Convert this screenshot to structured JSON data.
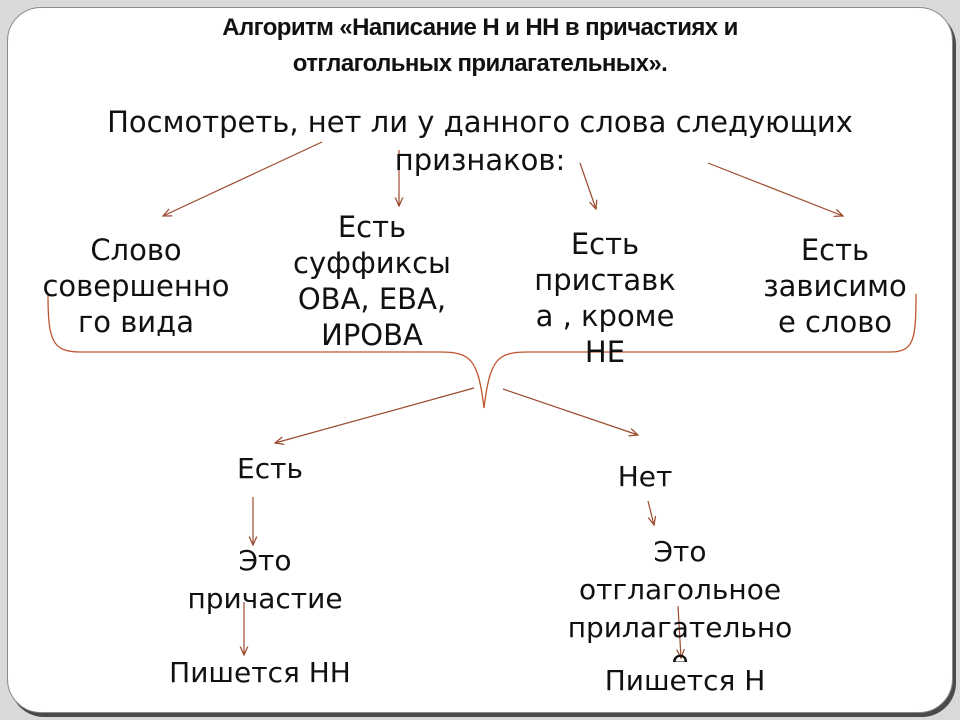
{
  "title": {
    "line1": "Алгоритм «Написание Н и НН в причастиях и",
    "line2": "отглагольных прилагательных»."
  },
  "intro": {
    "line1": "Посмотреть, нет ли у данного слова следующих",
    "line2": "признаков:"
  },
  "features": [
    {
      "lines": [
        "Слово",
        "совершенно",
        "го вида"
      ]
    },
    {
      "lines": [
        "Есть",
        "суффиксы",
        "ОВА, ЕВА,",
        "ИРОВА"
      ]
    },
    {
      "lines": [
        "Есть",
        "приставк",
        "а , кроме",
        "НЕ"
      ]
    },
    {
      "lines": [
        "Есть",
        "зависимо",
        "е слово"
      ]
    }
  ],
  "branches": {
    "yes": {
      "label": "Есть",
      "result_lines": [
        "Это",
        "причастие"
      ],
      "rule": "Пишется НН"
    },
    "no": {
      "label": "Нет",
      "result_lines": [
        "Это",
        "отглагольное",
        "прилагательно",
        "е"
      ],
      "rule": "Пишется Н"
    }
  },
  "colors": {
    "arrow": "#9b4a2e",
    "brace": "#c0562f",
    "text": "#111111",
    "background": "#ffffff"
  }
}
